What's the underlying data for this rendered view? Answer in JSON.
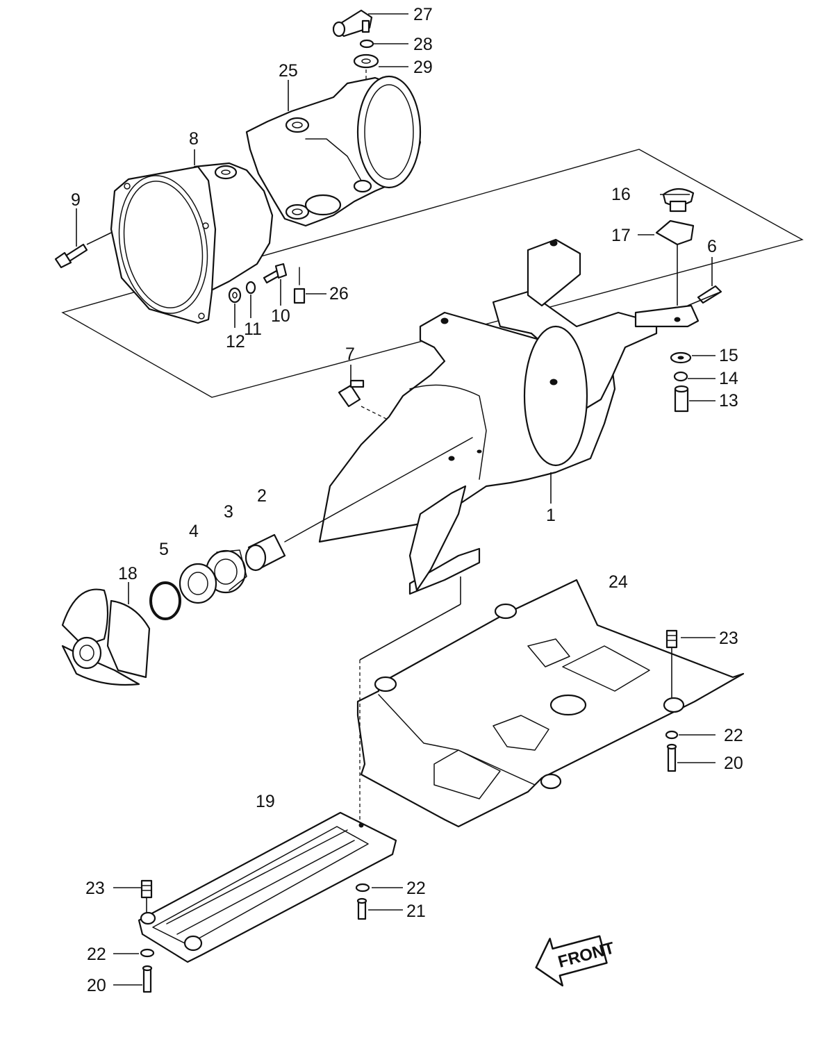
{
  "callouts": {
    "c1": "1",
    "c2": "2",
    "c3": "3",
    "c4": "4",
    "c5": "5",
    "c6": "6",
    "c7": "7",
    "c8": "8",
    "c9": "9",
    "c10": "10",
    "c11": "11",
    "c12": "12",
    "c13": "13",
    "c14": "14",
    "c15": "15",
    "c16": "16",
    "c17": "17",
    "c18": "18",
    "c19": "19",
    "c20a": "20",
    "c20b": "20",
    "c21": "21",
    "c22a": "22",
    "c22b": "22",
    "c22c": "22",
    "c23a": "23",
    "c23b": "23",
    "c24": "24",
    "c25": "25",
    "c26": "26",
    "c27": "27",
    "c28": "28",
    "c29": "29"
  },
  "front_label": "FRONT",
  "icons": {
    "front_arrow": "arrow-left-icon"
  },
  "colors": {
    "line": "#111111",
    "background": "#ffffff"
  }
}
